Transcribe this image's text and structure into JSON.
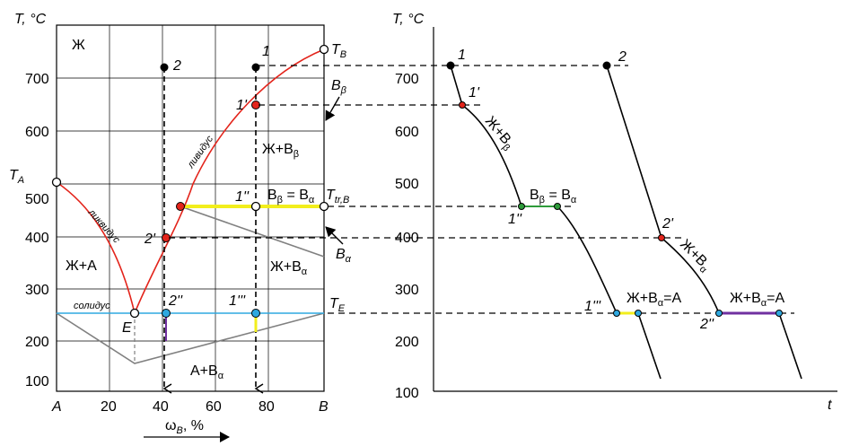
{
  "left_diagram": {
    "y_axis_title": "T, °C",
    "y_ticks": [
      "700",
      "600",
      "500",
      "400",
      "300",
      "200",
      "100"
    ],
    "x_ticks": [
      "A",
      "20",
      "40",
      "60",
      "80",
      "B"
    ],
    "x_axis_title": "ω",
    "x_axis_title_sub": "B",
    "x_axis_title_unit": ", %",
    "phase_L": "Ж",
    "phase_L_A": "Ж+А",
    "phase_L_Bbeta": "Ж+B",
    "phase_L_Bbeta_sub": "β",
    "phase_L_Balpha": "Ж+B",
    "phase_L_Balpha_sub": "α",
    "phase_A_Balpha": "А+B",
    "phase_A_Balpha_sub": "α",
    "liquidus_left": "ликвидус",
    "liquidus_right": "ливидус",
    "solidus": "солидус",
    "TA": "T",
    "TA_sub": "A",
    "TB": "T",
    "TB_sub": "B",
    "Ttr": "T",
    "Ttr_sub": "tr,B",
    "TE": "T",
    "TE_sub": "E",
    "Bbeta": "B",
    "Bbeta_sub": "β",
    "Balpha": "B",
    "Balpha_sub": "α",
    "eq_label": "B",
    "eq_label_sub1": "β",
    "eq_label_mid": " = B",
    "eq_label_sub2": "α",
    "point_E": "E",
    "pt_1": "1",
    "pt_1p": "1'",
    "pt_1pp": "1''",
    "pt_1ppp": "1'''",
    "pt_2": "2",
    "pt_2p": "2'",
    "pt_2pp": "2''"
  },
  "right_diagram": {
    "y_axis_title": "T, °C",
    "y_ticks": [
      "700",
      "600",
      "500",
      "400",
      "300",
      "200",
      "100"
    ],
    "x_axis_title": "t",
    "pt_1": "1",
    "pt_1p": "1'",
    "pt_1pp": "1''",
    "pt_1ppp": "1'''",
    "pt_2": "2",
    "pt_2p": "2'",
    "pt_2pp": "2''",
    "seg_L_Bbeta": "Ж+B",
    "seg_L_Bbeta_sub": "β",
    "seg_L_Balpha": "Ж+B",
    "seg_L_Balpha_sub": "α",
    "eq_label": "B",
    "eq_label_sub1": "β",
    "eq_label_mid": " = B",
    "eq_label_sub2": "α",
    "eut1": "Ж+B",
    "eut1_sub": "α",
    "eut1_tail": "=A",
    "eut2": "Ж+B",
    "eut2_sub": "α",
    "eut2_tail": "=A"
  },
  "colors": {
    "liquidus": "#e3241b",
    "solidus": "#2fa8e0",
    "transition": "#f2ee1c",
    "solvus": "#808080",
    "green_point": "#2e9b3a",
    "purple": "#7030a0"
  }
}
